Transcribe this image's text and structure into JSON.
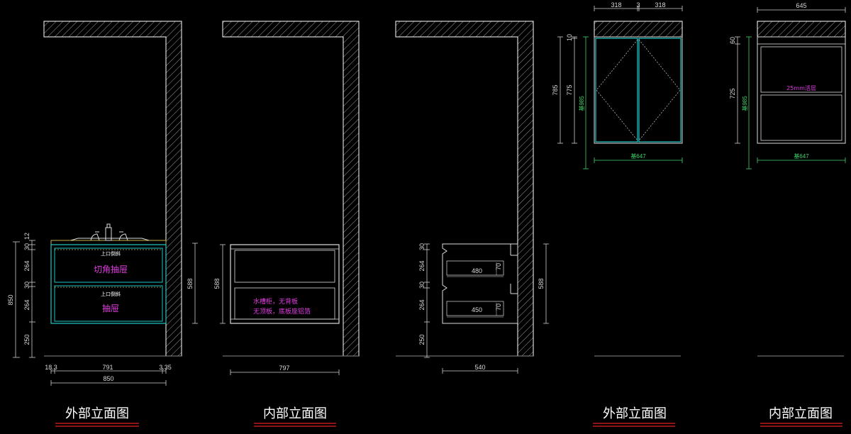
{
  "titles": {
    "left_exterior": "外部立面图",
    "left_interior": "内部立面图",
    "right_exterior": "外部立面图",
    "right_interior": "内部立面图"
  },
  "view1": {
    "dims_left": [
      "850",
      "250",
      "264",
      "30",
      "264",
      "30",
      "12"
    ],
    "dims_bottom": [
      "18.3",
      "791",
      "3.35",
      "850"
    ],
    "dim_right": "588",
    "labels": {
      "top_drawer_tag": "上口倒斜",
      "top_drawer_name": "切角抽屉",
      "bottom_drawer_tag": "上口倒斜",
      "bottom_drawer_name": "抽屉"
    }
  },
  "view2": {
    "dim_left": "588",
    "dim_bottom": "797",
    "note_line1": "水槽柜，无背板",
    "note_line2": "无顶板，底板座铝箔"
  },
  "view3": {
    "dims_left": [
      "30",
      "264",
      "30",
      "264",
      "250"
    ],
    "dim_bottom": "540",
    "dim_right": "588",
    "inner_small": [
      "480",
      "70",
      "450",
      "70"
    ]
  },
  "view4": {
    "dims_top": [
      "318",
      "3",
      "318"
    ],
    "dims_left": [
      "10",
      "775",
      "785"
    ],
    "dim_left_green": "基985",
    "dim_bottom_green": "基647"
  },
  "view5": {
    "dim_top": "645",
    "dims_left": [
      "60",
      "725"
    ],
    "dim_left_green": "基985",
    "dim_bottom_green": "基647",
    "shelf_label": "25mm活层"
  },
  "colors": {
    "background": "#000000",
    "wall_line": "#ffffff",
    "dimension": "#d8d8d8",
    "cabinet_outline": "#21c6c6",
    "note_text": "#e23de2",
    "green_dimension": "#3fd46a",
    "title_underline": "#e02020"
  }
}
